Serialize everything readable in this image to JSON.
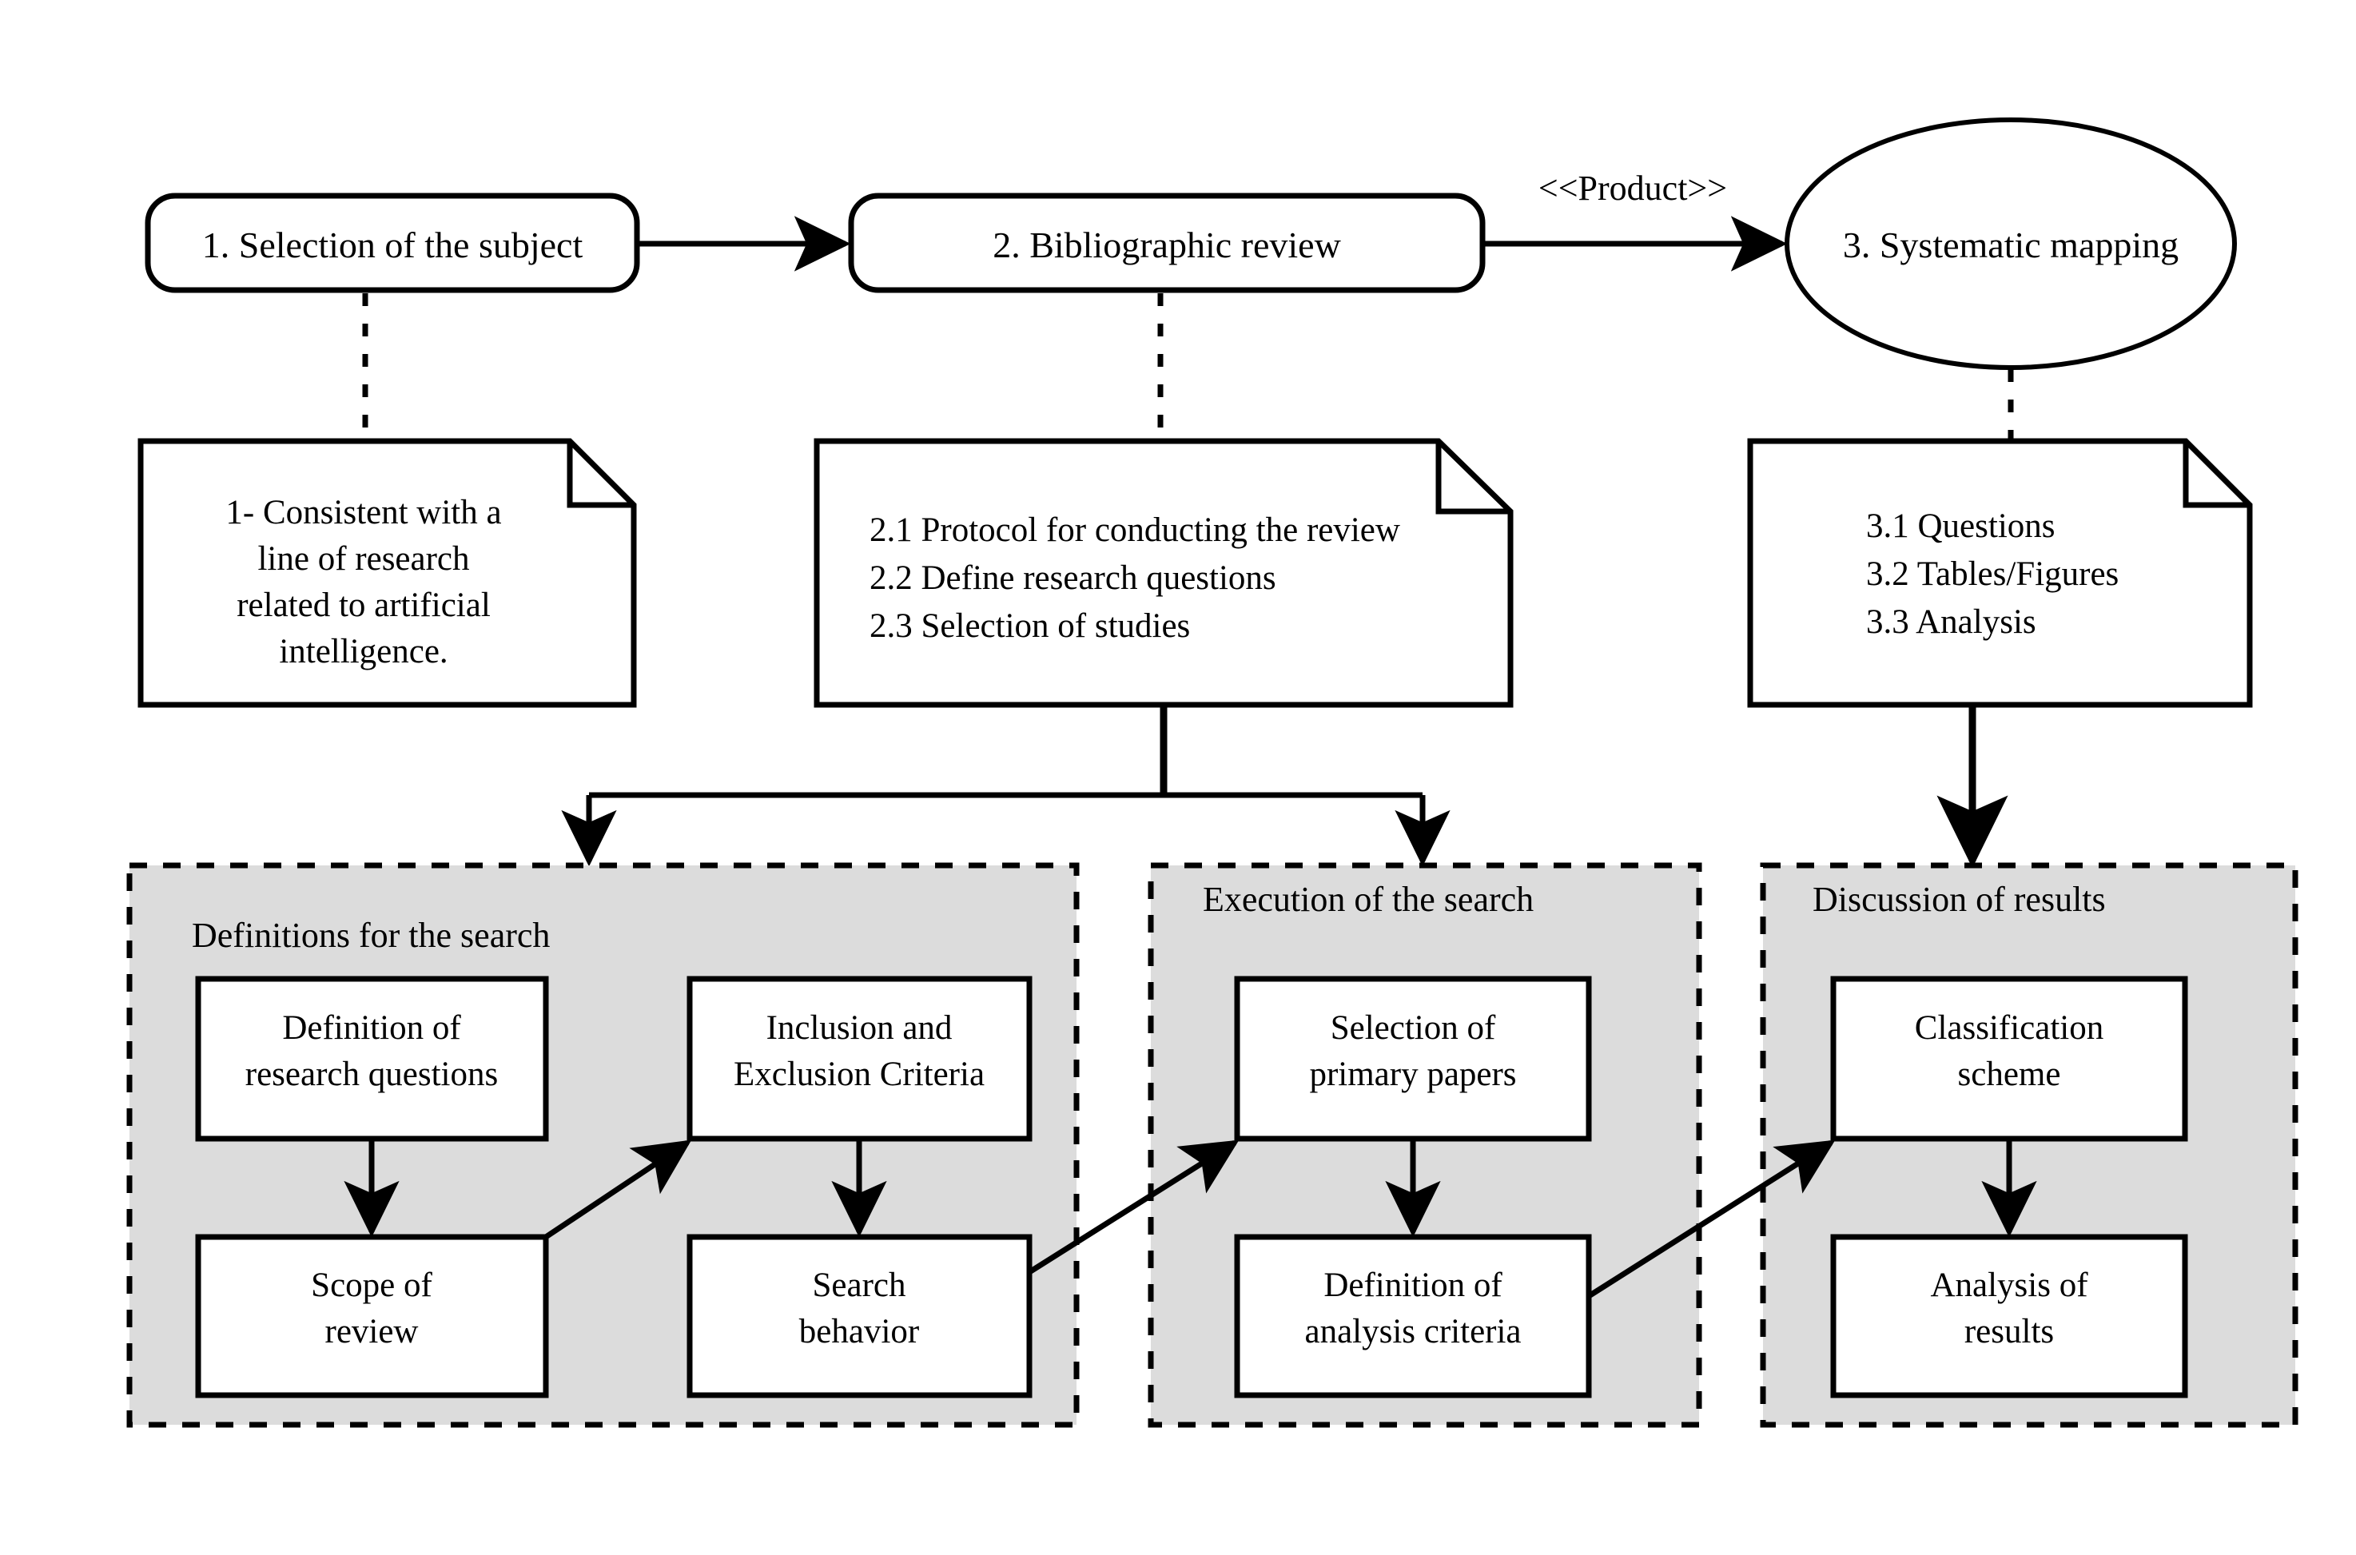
{
  "diagram": {
    "title": "Systematic mapping process flow",
    "colors": {
      "group_fill": "#dcdcdc",
      "stroke": "#000000",
      "node_fill": "#ffffff",
      "page_background": "#ffffff"
    },
    "stages": [
      {
        "id": "stage-1",
        "label": "1. Selection of the subject",
        "shape": "rounded-rectangle"
      },
      {
        "id": "stage-2",
        "label": "2. Bibliographic review",
        "shape": "rounded-rectangle"
      },
      {
        "id": "stage-3",
        "label": "3. Systematic mapping",
        "shape": "ellipse"
      }
    ],
    "edge_labels": [
      {
        "id": "product-label",
        "text": "<<Product>>"
      }
    ],
    "notes": [
      {
        "id": "note-1",
        "attached_to": "stage-1",
        "align": "center",
        "lines": [
          "1- Consistent with a",
          "line of research",
          "related to artificial",
          "intelligence."
        ]
      },
      {
        "id": "note-2",
        "attached_to": "stage-2",
        "align": "left",
        "lines": [
          "2.1 Protocol for conducting the review",
          "2.2 Define research questions",
          "2.3 Selection of studies"
        ]
      },
      {
        "id": "note-3",
        "attached_to": "stage-3",
        "align": "left",
        "lines": [
          "3.1 Questions",
          "3.2 Tables/Figures",
          "3.3 Analysis"
        ]
      }
    ],
    "groups": [
      {
        "id": "group-definitions",
        "label": "Definitions for the search",
        "nodes": [
          {
            "id": "node-definition-research-questions",
            "lines": [
              "Definition of",
              "research questions"
            ]
          },
          {
            "id": "node-inclusion-exclusion-criteria",
            "lines": [
              "Inclusion and",
              "Exclusion Criteria"
            ]
          },
          {
            "id": "node-scope-of-review",
            "lines": [
              "Scope of",
              "review"
            ]
          },
          {
            "id": "node-search-behavior",
            "lines": [
              "Search",
              "behavior"
            ]
          }
        ]
      },
      {
        "id": "group-execution",
        "label": "Execution of the search",
        "nodes": [
          {
            "id": "node-selection-primary-papers",
            "lines": [
              "Selection of",
              "primary papers"
            ]
          },
          {
            "id": "node-definition-analysis-criteria",
            "lines": [
              "Definition of",
              "analysis criteria"
            ]
          }
        ]
      },
      {
        "id": "group-discussion",
        "label": "Discussion of results",
        "nodes": [
          {
            "id": "node-classification-scheme",
            "lines": [
              "Classification",
              "scheme"
            ]
          },
          {
            "id": "node-analysis-of-results",
            "lines": [
              "Analysis of",
              "results"
            ]
          }
        ]
      }
    ]
  }
}
